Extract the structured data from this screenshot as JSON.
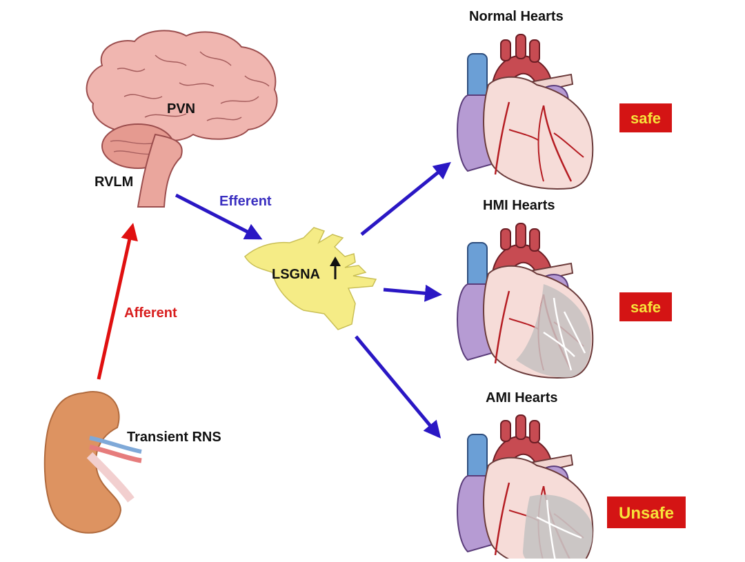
{
  "labels": {
    "pvn": "PVN",
    "rvlm": "RVLM",
    "efferent": "Efferent",
    "afferent": "Afferent",
    "lsgna": "LSGNA",
    "transient_rns": "Transient RNS",
    "normal_hearts": "Normal Hearts",
    "hmi_hearts": "HMI Hearts",
    "ami_hearts": "AMI Hearts",
    "safe_1": "safe",
    "safe_2": "safe",
    "unsafe": "Unsafe"
  },
  "colors": {
    "efferent_arrow": "#2a17c4",
    "afferent_arrow": "#e01010",
    "badge_bg": "#d41414",
    "badge_text": "#f7e33a",
    "efferent_text": "#3a2fc0",
    "afferent_text": "#d81e1e"
  }
}
